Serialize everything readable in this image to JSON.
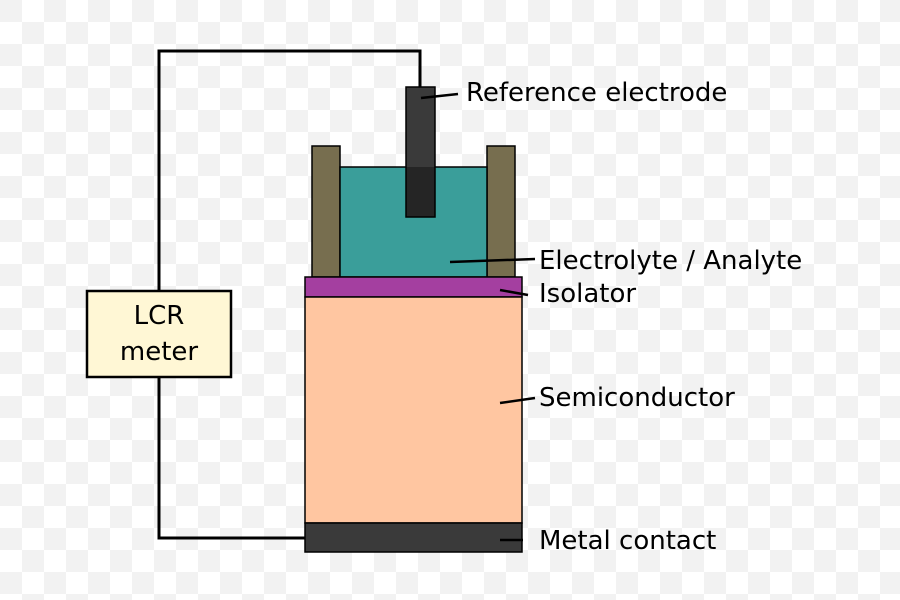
{
  "colors": {
    "background_light": "#ffffff",
    "background_check": "#f2f2f2",
    "wire": "#000000",
    "reference_electrode": "#3a3a3a",
    "electrolyte": "#3a9e9a",
    "container_wall": "#776e4f",
    "isolator": "#a43fa0",
    "semiconductor": "#ffc6a1",
    "metal_contact": "#3a3a3a",
    "meter_fill": "#fff7d5"
  },
  "meter": {
    "line1": "LCR",
    "line2": "meter"
  },
  "labels": {
    "reference_electrode": "Reference electrode",
    "electrolyte": "Electrolyte / Analyte",
    "isolator": "Isolator",
    "semiconductor": "Semiconductor",
    "metal_contact": "Metal contact"
  }
}
